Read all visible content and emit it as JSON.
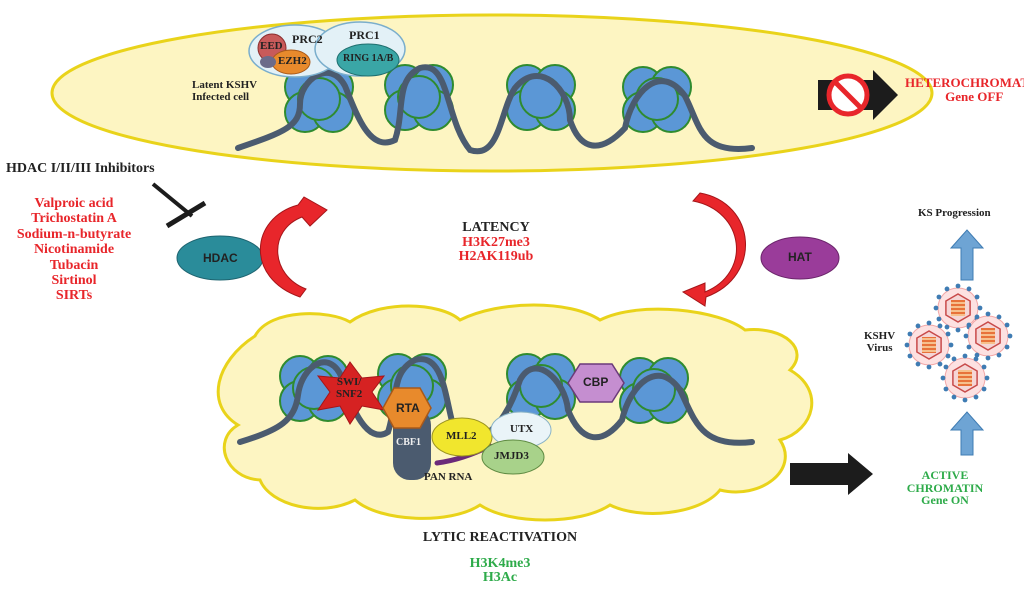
{
  "colors": {
    "red": "#e8262b",
    "green": "#2eab4a",
    "black": "#222222",
    "cell_fill": "#fdf5c2",
    "cell_stroke": "#e9d31a",
    "nucleosome": "#5b97d6",
    "nucleosome_stroke": "#2f8b2f",
    "dna": "#4b5b6f",
    "hdac": "#2a8c9a",
    "hat": "#9a3c9a"
  },
  "latency_cell": {
    "label_line1": "Latent KSHV",
    "label_line2": "Infected cell",
    "prc2": "PRC2",
    "prc1": "PRC1",
    "eed": "EED",
    "ezh2": "EZH2",
    "ring": "RING 1A/B"
  },
  "heterochromatin": {
    "line1": "HETEROCHROMATIN",
    "line2": "Gene OFF"
  },
  "inhibitors": {
    "title": "HDAC I/II/III Inhibitors",
    "items": [
      "Valproic acid",
      "Trichostatin A",
      "Sodium-n-butyrate",
      "Nicotinamide",
      "Tubacin",
      "Sirtinol",
      "SIRTs"
    ]
  },
  "enzymes": {
    "hdac": "HDAC",
    "hat": "HAT"
  },
  "latency": {
    "title": "LATENCY",
    "mark1": "H3K27me3",
    "mark2": "H2AK119ub"
  },
  "lytic_cell": {
    "swi": "SWI/",
    "snf": "SNF2",
    "rta": "RTA",
    "cbf1": "CBF1",
    "mll2": "MLL2",
    "utx": "UTX",
    "jmjd3": "JMJD3",
    "cbp": "CBP",
    "pan_rna": "PAN RNA"
  },
  "lytic": {
    "title": "LYTIC REACTIVATION",
    "mark1": "H3K4me3",
    "mark2": "H3Ac"
  },
  "progression": {
    "ks": "KS Progression",
    "virus_line1": "KSHV",
    "virus_line2": "Virus",
    "active_line1": "ACTIVE",
    "active_line2": "CHROMATIN",
    "active_line3": "Gene ON"
  }
}
